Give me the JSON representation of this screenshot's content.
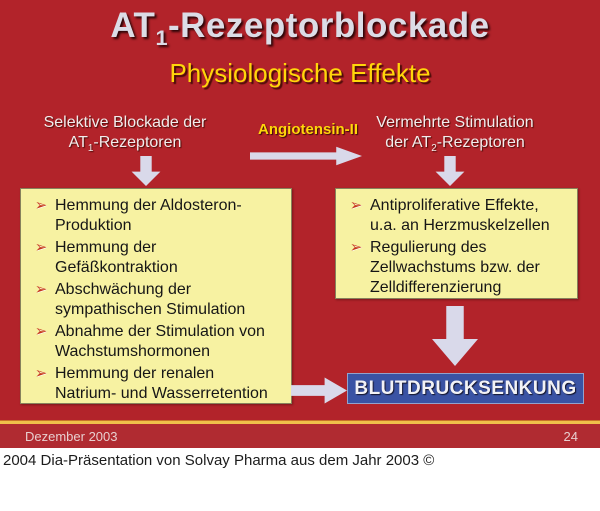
{
  "slide": {
    "title": {
      "prefix": "AT",
      "subscript": "1",
      "suffix": "-Rezeptorblockade"
    },
    "subtitle": "Physiologische Effekte",
    "left_header": {
      "line1": "Selektive Blockade der",
      "line2_prefix": "AT",
      "line2_subscript": "1",
      "line2_suffix": "-Rezeptoren"
    },
    "angiotensin_label": "Angiotensin-II",
    "right_header": {
      "line1": "Vermehrte Stimulation",
      "line2_prefix": "der AT",
      "line2_subscript": "2",
      "line2_suffix": "-Rezeptoren"
    },
    "bullet_glyph": "➢",
    "left_box": {
      "items": [
        "Hemmung der Aldosteron-\nProduktion",
        "Hemmung der\nGefäßkontraktion",
        "Abschwächung der\nsympathischen Stimulation",
        "Abnahme der Stimulation von\nWachstumshormonen",
        "Hemmung der renalen\nNatrium- und Wasserretention"
      ]
    },
    "right_box": {
      "items": [
        "Antiproliferative Effekte,\nu.a. an Herzmuskelzellen",
        "Regulierung des\nZellwachstums bzw. der\nZelldifferenzierung"
      ]
    },
    "result_label": "BLUTDRUCKSENKUNG",
    "footer": {
      "date": "Dezember 2003",
      "page_number": "24"
    }
  },
  "caption": "2004 Dia-Präsentation von Solvay Pharma aus dem Jahr 2003 ©",
  "colors": {
    "slide_background": "#b2232a",
    "box_yellow": "#f7f2a2",
    "title_text": "#dcdce6",
    "subtitle_yellow": "#ffd60a",
    "result_blue": "#3a53a4",
    "arrow_gray": "#d9d9ea",
    "bullet_red": "#c5351c",
    "divider_gold": "#f0c04a"
  }
}
